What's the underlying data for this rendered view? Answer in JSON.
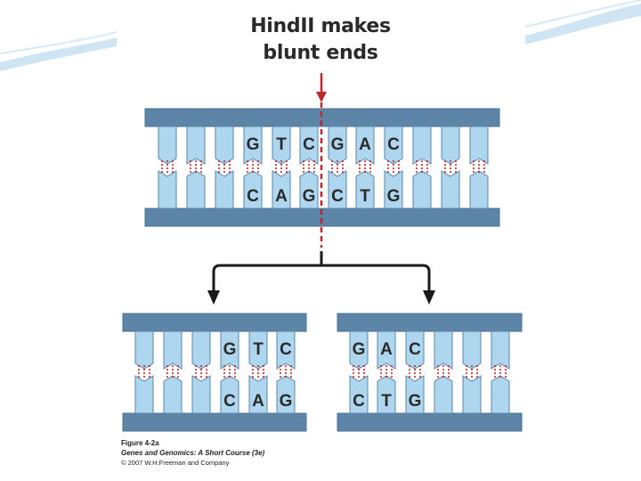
{
  "figure": {
    "title_line1": "HindII makes",
    "title_line2": "blunt ends",
    "caption_figure": "Figure 4-2a",
    "caption_book": "Genes and Genomics: A Short Course (3e)",
    "caption_copyright": "© 2007 W.H.Freeman and Company"
  },
  "dna": {
    "intact": {
      "top_letters": [
        "G",
        "T",
        "C",
        "G",
        "A",
        "C"
      ],
      "bottom_letters": [
        "C",
        "A",
        "G",
        "C",
        "T",
        "G"
      ]
    },
    "left_fragment": {
      "top_letters": [
        "G",
        "T",
        "C"
      ],
      "bottom_letters": [
        "C",
        "A",
        "G"
      ]
    },
    "right_fragment": {
      "top_letters": [
        "G",
        "A",
        "C"
      ],
      "bottom_letters": [
        "C",
        "T",
        "G"
      ]
    }
  },
  "colors": {
    "backbone": "#5c85a8",
    "base": "#aed6ef",
    "base_outline": "#5b87a8",
    "hbond": "#c0272d",
    "cut_line": "#c0272d",
    "arrow": "#1a1a1a",
    "swoosh": "#b8d9ee"
  }
}
